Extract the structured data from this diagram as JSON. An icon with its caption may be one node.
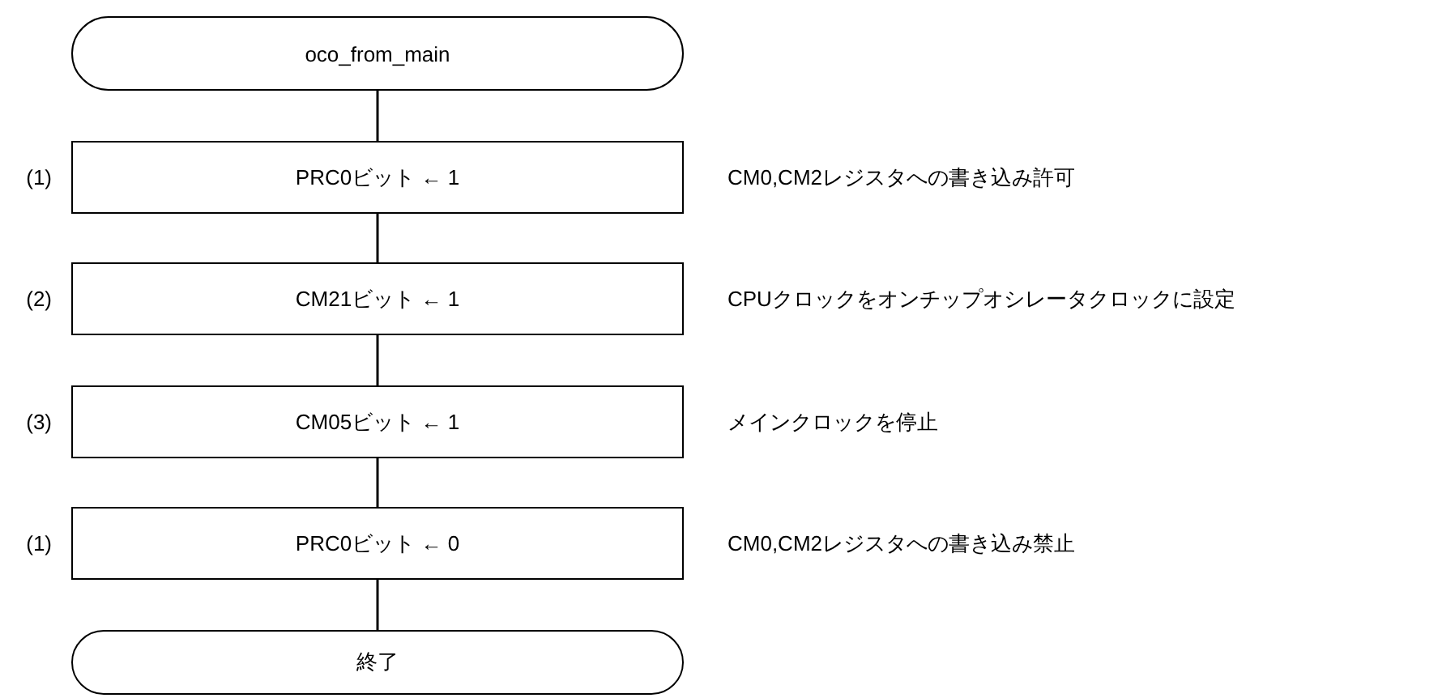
{
  "diagram": {
    "nodes": [
      {
        "text": [
          "oco_from_main"
        ]
      },
      {
        "text": [
          "PRC0ビット ← 1"
        ],
        "beside": [
          "(1)",
          "CM0,CM2レジスタへの書き込み許可"
        ]
      },
      {
        "text": [
          "CM21ビット ← 1"
        ],
        "beside": [
          "(2)",
          "CPUクロックをオンチップオシレータクロックに設定"
        ]
      },
      {
        "text": [
          "CM05ビット ← 1"
        ],
        "beside": [
          "(3)",
          "メインクロックを停止"
        ]
      },
      {
        "text": [
          "PRC0ビット ← 0"
        ],
        "beside": [
          "(1)",
          "CM0,CM2レジスタへの書き込み禁止"
        ]
      },
      {
        "text": [
          "終了"
        ]
      }
    ],
    "edges": [
      {
        "from": 0,
        "to": 1,
        "arrow": "none"
      },
      {
        "from": 1,
        "to": 2,
        "arrow": "none"
      },
      {
        "from": 2,
        "to": 3,
        "arrow": "none"
      },
      {
        "from": 3,
        "to": 4,
        "arrow": "none"
      },
      {
        "from": 4,
        "to": 5,
        "arrow": "none"
      }
    ]
  }
}
